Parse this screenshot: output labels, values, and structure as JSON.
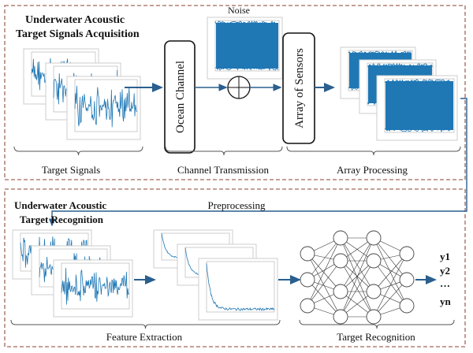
{
  "acquisition": {
    "title_line1": "Underwater Acoustic",
    "title_line2": "Target Signals Acquisition",
    "noise_label": "Noise",
    "ocean_channel": "Ocean Channel",
    "array_of_sensors": "Array of Sensors",
    "stages": [
      "Target Signals",
      "Channel Transmission",
      "Array Processing"
    ]
  },
  "recognition": {
    "title_line1": "Underwater Acoustic",
    "title_line2": "Target Recognition",
    "preprocessing_label": "Preprocessing",
    "stages": [
      "Feature Extraction",
      "Target Recognition"
    ],
    "outputs": [
      "y1",
      "y2",
      "…",
      "yn"
    ]
  },
  "colors": {
    "signal": "#1f77b4",
    "border": "#a0685a",
    "flow": "#2a5f8f"
  }
}
